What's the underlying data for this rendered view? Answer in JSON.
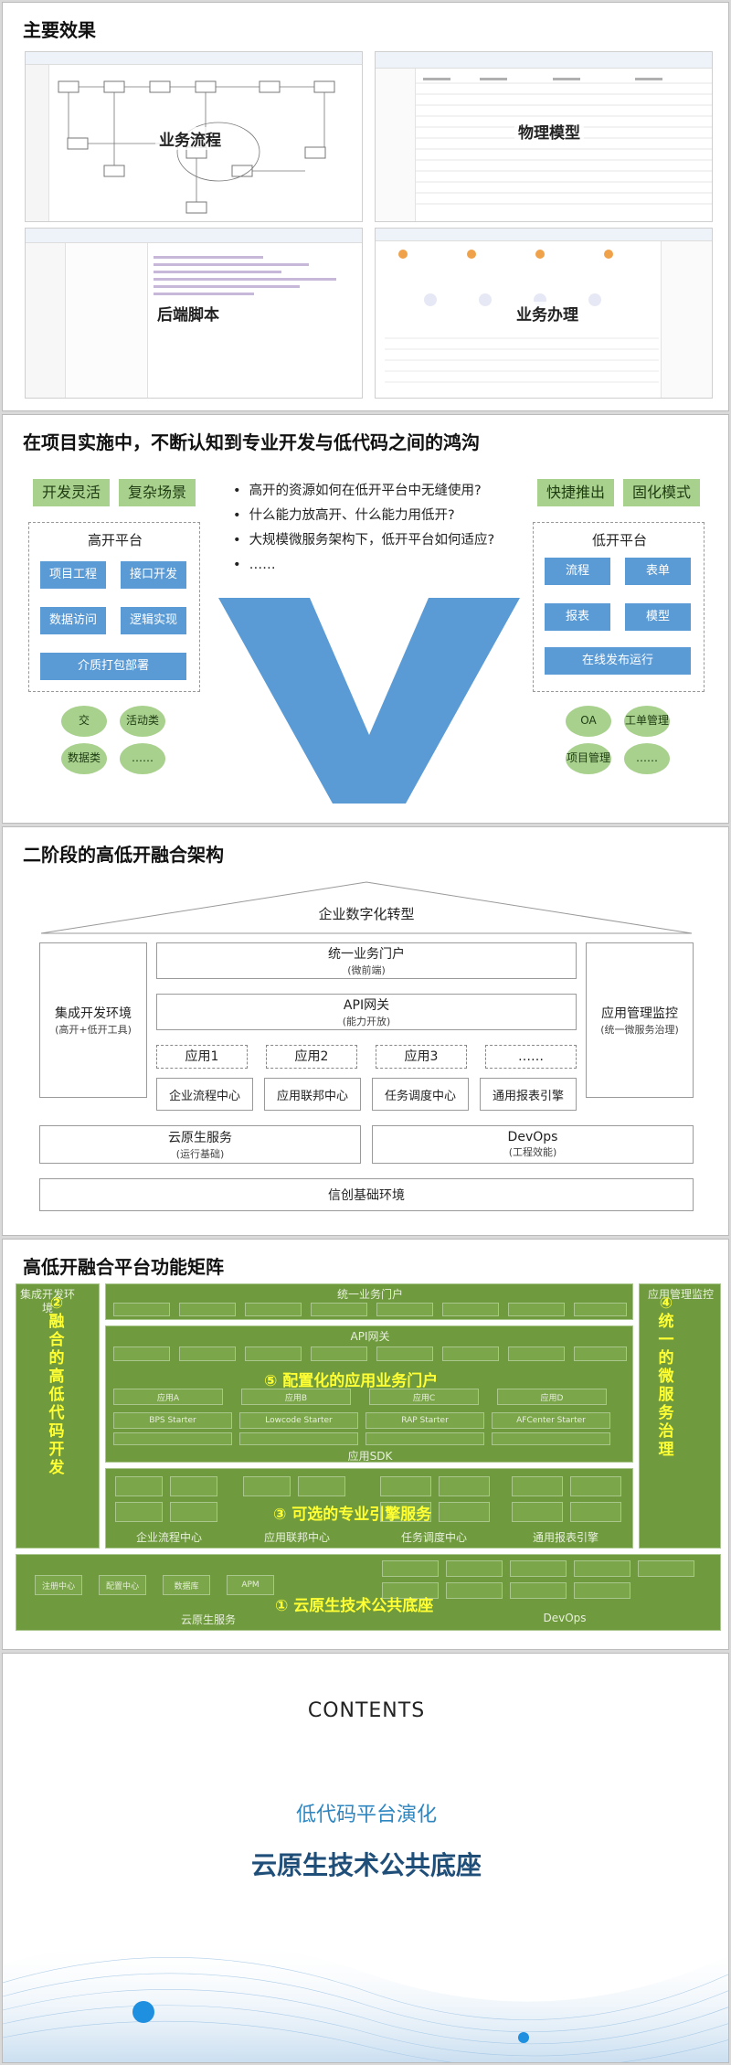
{
  "s1": {
    "title": "主要效果",
    "shots": [
      "业务流程",
      "物理模型",
      "后端脚本",
      "业务办理"
    ]
  },
  "s2": {
    "title": "在项目实施中，不断认知到专业开发与低代码之间的鸿沟",
    "left_tags": [
      "开发灵活",
      "复杂场景"
    ],
    "right_tags": [
      "快捷推出",
      "固化模式"
    ],
    "high": {
      "title": "高开平台",
      "buttons": [
        "项目工程",
        "接口开发",
        "数据访问",
        "逻辑实现",
        "介质打包部署"
      ],
      "ovals": [
        "交",
        "活动类",
        "数据类",
        "……"
      ]
    },
    "low": {
      "title": "低开平台",
      "buttons": [
        "流程",
        "表单",
        "报表",
        "模型",
        "在线发布运行"
      ],
      "ovals": [
        "OA",
        "工单管理",
        "项目管理",
        "……"
      ]
    },
    "bullets": [
      "高开的资源如何在低开平台中无缝使用?",
      "什么能力放高开、什么能力用低开?",
      "大规模微服务架构下，低开平台如何适应?",
      "……"
    ],
    "v_color": "#5b9bd5"
  },
  "s3": {
    "title": "二阶段的高低开融合架构",
    "roof": "企业数字化转型",
    "left": {
      "name": "集成开发环境",
      "sub": "(高开+低开工具)"
    },
    "right": {
      "name": "应用管理监控",
      "sub": "(统一微服务治理)"
    },
    "portal": {
      "name": "统一业务门户",
      "sub": "(微前端)"
    },
    "api": {
      "name": "API网关",
      "sub": "(能力开放)"
    },
    "apps": [
      "应用1",
      "应用2",
      "应用3",
      "……"
    ],
    "engines": [
      "企业流程中心",
      "应用联邦中心",
      "任务调度中心",
      "通用报表引擎"
    ],
    "cloud": {
      "name": "云原生服务",
      "sub": "(运行基础)"
    },
    "devops": {
      "name": "DevOps",
      "sub": "(工程效能)"
    },
    "base": "信创基础环境"
  },
  "s4": {
    "title": "高低开融合平台功能矩阵",
    "left_head": "集成开发环境",
    "right_head": "应用管理监控",
    "portal": "统一业务门户",
    "api": "API网关",
    "sdk": "应用SDK",
    "engine_labels": [
      "企业流程中心",
      "应用联邦中心",
      "任务调度中心",
      "通用报表引擎"
    ],
    "cloud": "云原生服务",
    "devops": "DevOps",
    "callouts": [
      "⑤ 配置化的应用业务门户",
      "③ 可选的专业引擎服务",
      "① 云原生技术公共底座"
    ],
    "vert_left": "②融合的高低代码开发",
    "vert_right": "④统一的微服务治理",
    "cloud_items": [
      "注册中心",
      "配置中心",
      "数据库",
      "APM"
    ],
    "app_items": [
      "应用A",
      "应用B",
      "应用C",
      "应用D"
    ],
    "starters": [
      "BPS Starter",
      "Lowcode Starter",
      "RAP Starter",
      "AFCenter Starter"
    ]
  },
  "s5": {
    "contents": "CONTENTS",
    "sub": "低代码平台演化",
    "main": "云原生技术公共底座",
    "sub_color": "#2e86c1",
    "main_color": "#1f4e79"
  }
}
